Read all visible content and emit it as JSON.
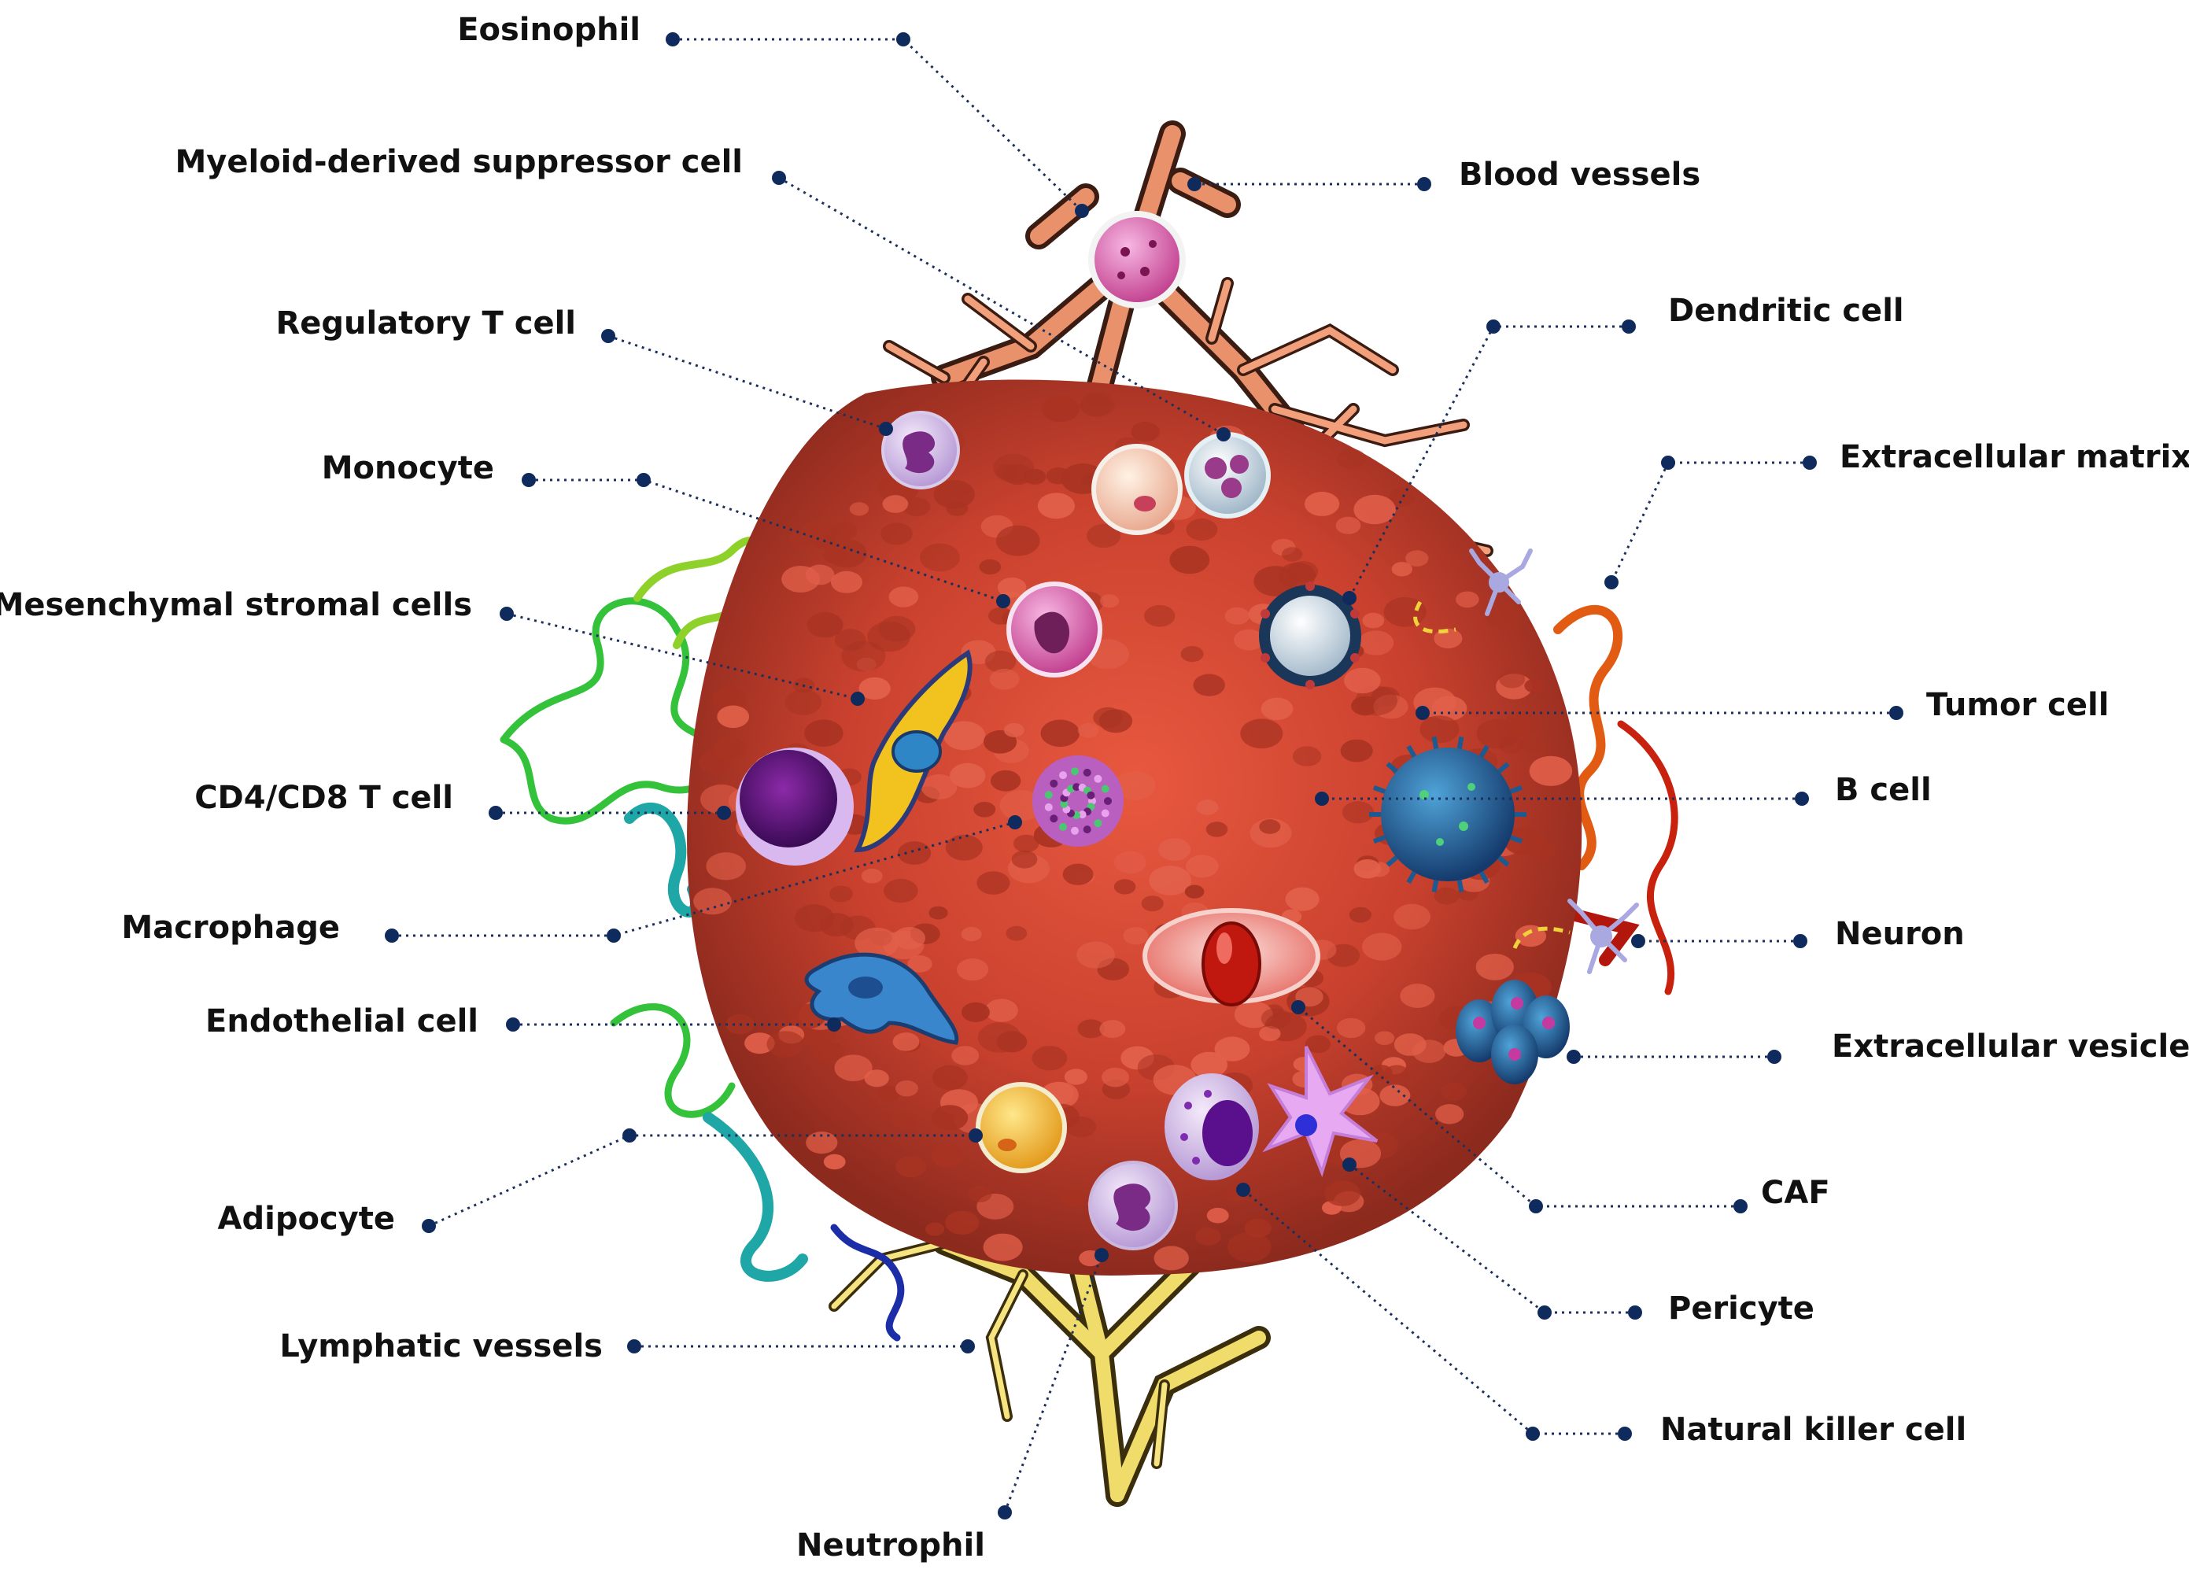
{
  "labels": {
    "eosinophil": "Eosinophil",
    "mdsc": "Myeloid-derived suppressor cell",
    "treg": "Regulatory T cell",
    "monocyte": "Monocyte",
    "msc": "Mesenchymal stromal cells",
    "cd4cd8": "CD4/CD8 T cell",
    "macrophage": "Macrophage",
    "endothelial": "Endothelial cell",
    "adipocyte": "Adipocyte",
    "lymphatic": "Lymphatic vessels",
    "neutrophil": "Neutrophil",
    "blood": "Blood vessels",
    "dendritic": "Dendritic cell",
    "ecm": "Extracellular matrix",
    "tumor": "Tumor cell",
    "bcell": "B cell",
    "neuron": "Neuron",
    "ev": "Extracellular vesicles",
    "caf": "CAF",
    "pericyte": "Pericyte",
    "nk": "Natural killer cell"
  },
  "colors": {
    "leader_dot": "#0f2a5c",
    "tumor_mass": "#c8402e",
    "blood_vessel": "#e8916a",
    "lymphatic_vessel": "#f0dc6a"
  }
}
